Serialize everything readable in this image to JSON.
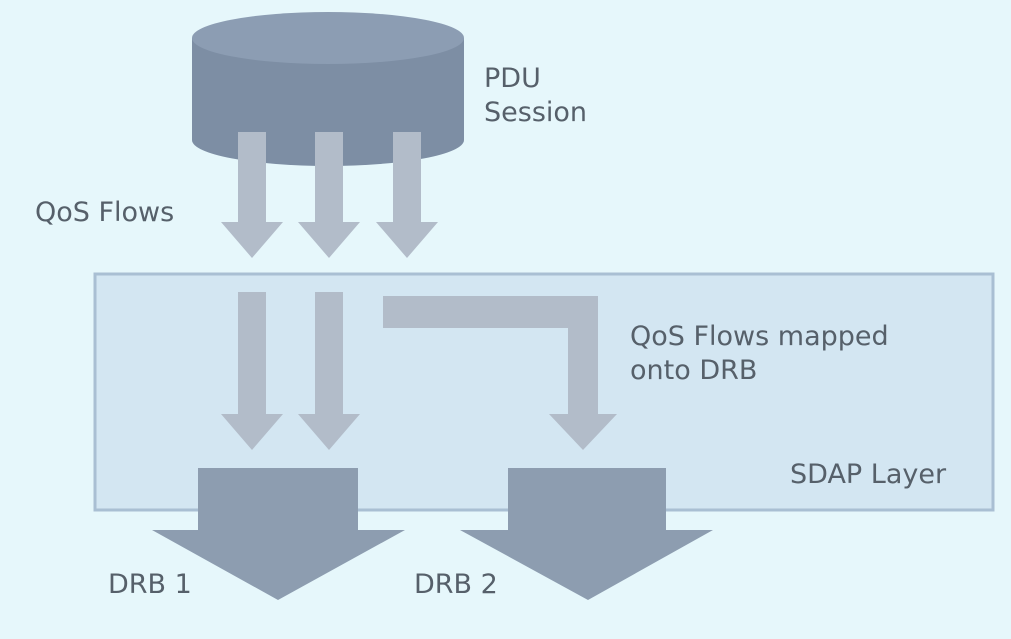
{
  "labels": {
    "pdu_session_line1": "PDU",
    "pdu_session_line2": "Session",
    "qos_flows": "QoS Flows",
    "mapped_line1": "QoS Flows mapped",
    "mapped_line2": "onto DRB",
    "sdap_layer": "SDAP Layer",
    "drb1": "DRB 1",
    "drb2": "DRB 2"
  },
  "colors": {
    "background": "#e6f7fb",
    "layer_fill": "#d3e6f2",
    "layer_stroke": "#a9bfd3",
    "cylinder_side": "#7d8ea4",
    "cylinder_top": "#8c9db3",
    "flow_arrow": "#b2bcc9",
    "drb_arrow": "#8d9db0",
    "text": "#56606a"
  }
}
